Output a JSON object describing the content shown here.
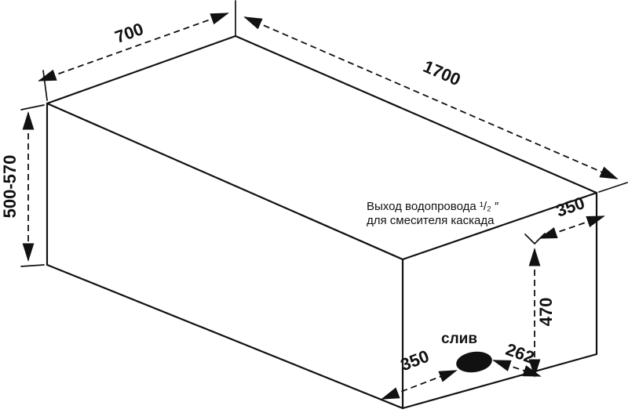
{
  "diagram": {
    "type": "bathtub-installation-dimensions",
    "dimensions": {
      "top_width": "700",
      "top_length": "1700",
      "height_range": "500-570",
      "outlet_offset": "350",
      "outlet_height": "470",
      "drain_offset_front": "350",
      "drain_offset_side": "262"
    },
    "labels": {
      "drain": "слив",
      "note_line1": "Выход водопровода ¹/₂ ″",
      "note_line2": "для смесителя каскада"
    },
    "colors": {
      "line": "#111111",
      "background": "#ffffff",
      "drain_fill": "#111111"
    }
  }
}
